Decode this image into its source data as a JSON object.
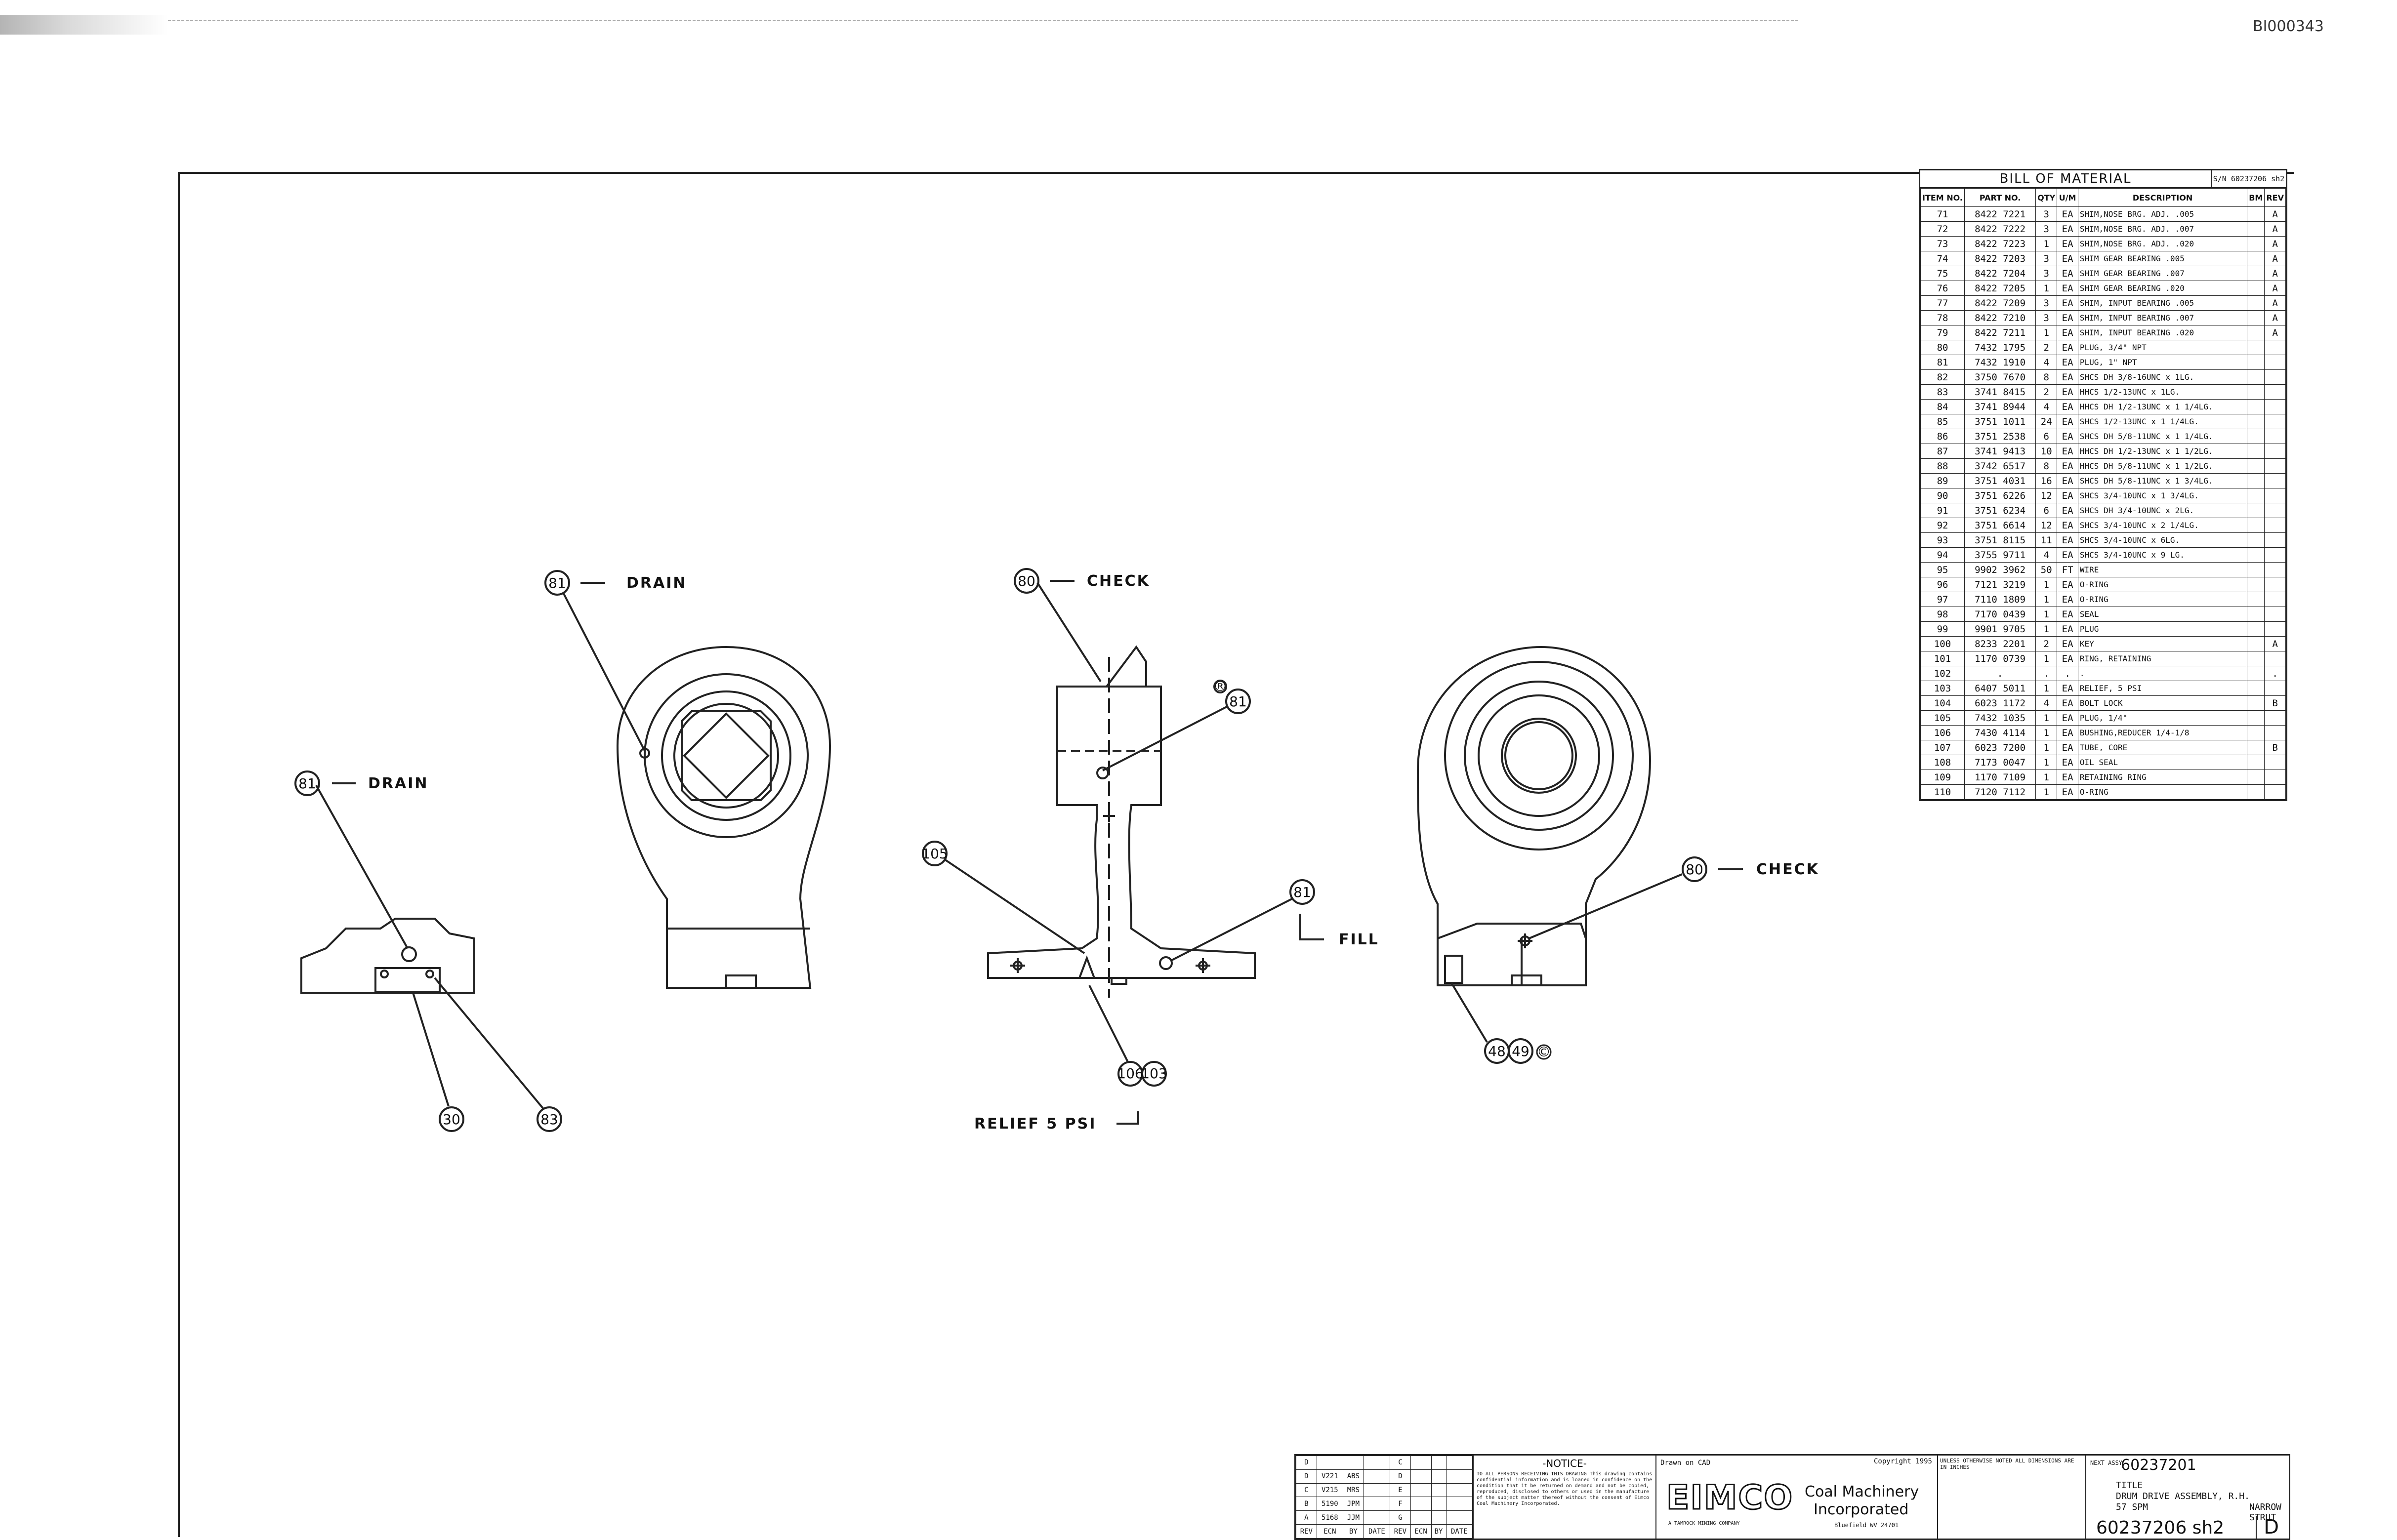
{
  "document_id": "BI000343",
  "callouts": {
    "drain_1": {
      "num": "81",
      "label": "DRAIN"
    },
    "drain_2": {
      "num": "81",
      "label": "DRAIN"
    },
    "check_1": {
      "num": "80",
      "label": "CHECK"
    },
    "check_2": {
      "num": "80",
      "label": "CHECK"
    },
    "fill": {
      "num": "81",
      "label": "FILL"
    },
    "relief": {
      "num1": "106",
      "num2": "103",
      "label": "RELIEF 5 PSI"
    },
    "b105": "105",
    "b30": "30",
    "b83": "83",
    "b81_mid": "81",
    "b48": "48",
    "b49": "49",
    "mark_c": "©",
    "mark_b": "®"
  },
  "bom": {
    "title": "BILL OF MATERIAL",
    "doc_no": "S/N 60237206_sh2",
    "headers": {
      "item": "ITEM NO.",
      "part": "PART NO.",
      "qty": "QTY",
      "um": "U/M",
      "desc": "DESCRIPTION",
      "bm": "BM",
      "rev": "REV"
    },
    "rows": [
      {
        "item": "71",
        "part": "8422 7221",
        "qty": "3",
        "um": "EA",
        "desc": "SHIM,NOSE BRG. ADJ. .005",
        "bm": "",
        "rev": "A"
      },
      {
        "item": "72",
        "part": "8422 7222",
        "qty": "3",
        "um": "EA",
        "desc": "SHIM,NOSE BRG. ADJ. .007",
        "bm": "",
        "rev": "A"
      },
      {
        "item": "73",
        "part": "8422 7223",
        "qty": "1",
        "um": "EA",
        "desc": "SHIM,NOSE BRG. ADJ. .020",
        "bm": "",
        "rev": "A"
      },
      {
        "item": "74",
        "part": "8422 7203",
        "qty": "3",
        "um": "EA",
        "desc": "SHIM GEAR BEARING .005",
        "bm": "",
        "rev": "A"
      },
      {
        "item": "75",
        "part": "8422 7204",
        "qty": "3",
        "um": "EA",
        "desc": "SHIM GEAR BEARING .007",
        "bm": "",
        "rev": "A"
      },
      {
        "item": "76",
        "part": "8422 7205",
        "qty": "1",
        "um": "EA",
        "desc": "SHIM GEAR BEARING .020",
        "bm": "",
        "rev": "A"
      },
      {
        "item": "77",
        "part": "8422 7209",
        "qty": "3",
        "um": "EA",
        "desc": "SHIM, INPUT BEARING .005",
        "bm": "",
        "rev": "A"
      },
      {
        "item": "78",
        "part": "8422 7210",
        "qty": "3",
        "um": "EA",
        "desc": "SHIM, INPUT BEARING .007",
        "bm": "",
        "rev": "A"
      },
      {
        "item": "79",
        "part": "8422 7211",
        "qty": "1",
        "um": "EA",
        "desc": "SHIM, INPUT BEARING .020",
        "bm": "",
        "rev": "A"
      },
      {
        "item": "80",
        "part": "7432 1795",
        "qty": "2",
        "um": "EA",
        "desc": "PLUG, 3/4\" NPT",
        "bm": "",
        "rev": ""
      },
      {
        "item": "81",
        "part": "7432 1910",
        "qty": "4",
        "um": "EA",
        "desc": "PLUG, 1\" NPT",
        "bm": "",
        "rev": ""
      },
      {
        "item": "82",
        "part": "3750 7670",
        "qty": "8",
        "um": "EA",
        "desc": "SHCS DH 3/8-16UNC x 1LG.",
        "bm": "",
        "rev": ""
      },
      {
        "item": "83",
        "part": "3741 8415",
        "qty": "2",
        "um": "EA",
        "desc": "HHCS 1/2-13UNC x 1LG.",
        "bm": "",
        "rev": ""
      },
      {
        "item": "84",
        "part": "3741 8944",
        "qty": "4",
        "um": "EA",
        "desc": "HHCS DH 1/2-13UNC x 1 1/4LG.",
        "bm": "",
        "rev": ""
      },
      {
        "item": "85",
        "part": "3751 1011",
        "qty": "24",
        "um": "EA",
        "desc": "SHCS 1/2-13UNC x 1 1/4LG.",
        "bm": "",
        "rev": ""
      },
      {
        "item": "86",
        "part": "3751 2538",
        "qty": "6",
        "um": "EA",
        "desc": "SHCS DH 5/8-11UNC x 1 1/4LG.",
        "bm": "",
        "rev": ""
      },
      {
        "item": "87",
        "part": "3741 9413",
        "qty": "10",
        "um": "EA",
        "desc": "HHCS DH 1/2-13UNC x 1 1/2LG.",
        "bm": "",
        "rev": ""
      },
      {
        "item": "88",
        "part": "3742 6517",
        "qty": "8",
        "um": "EA",
        "desc": "HHCS DH 5/8-11UNC x 1 1/2LG.",
        "bm": "",
        "rev": ""
      },
      {
        "item": "89",
        "part": "3751 4031",
        "qty": "16",
        "um": "EA",
        "desc": "SHCS DH 5/8-11UNC x 1 3/4LG.",
        "bm": "",
        "rev": ""
      },
      {
        "item": "90",
        "part": "3751 6226",
        "qty": "12",
        "um": "EA",
        "desc": "SHCS 3/4-10UNC x 1 3/4LG.",
        "bm": "",
        "rev": ""
      },
      {
        "item": "91",
        "part": "3751 6234",
        "qty": "6",
        "um": "EA",
        "desc": "SHCS DH 3/4-10UNC x 2LG.",
        "bm": "",
        "rev": ""
      },
      {
        "item": "92",
        "part": "3751 6614",
        "qty": "12",
        "um": "EA",
        "desc": "SHCS 3/4-10UNC x 2 1/4LG.",
        "bm": "",
        "rev": ""
      },
      {
        "item": "93",
        "part": "3751 8115",
        "qty": "11",
        "um": "EA",
        "desc": "SHCS 3/4-10UNC x 6LG.",
        "bm": "",
        "rev": ""
      },
      {
        "item": "94",
        "part": "3755 9711",
        "qty": "4",
        "um": "EA",
        "desc": "SHCS 3/4-10UNC x 9 LG.",
        "bm": "",
        "rev": ""
      },
      {
        "item": "95",
        "part": "9902 3962",
        "qty": "50",
        "um": "FT",
        "desc": "WIRE",
        "bm": "",
        "rev": ""
      },
      {
        "item": "96",
        "part": "7121 3219",
        "qty": "1",
        "um": "EA",
        "desc": "O-RING",
        "bm": "",
        "rev": ""
      },
      {
        "item": "97",
        "part": "7110 1809",
        "qty": "1",
        "um": "EA",
        "desc": "O-RING",
        "bm": "",
        "rev": ""
      },
      {
        "item": "98",
        "part": "7170 0439",
        "qty": "1",
        "um": "EA",
        "desc": "SEAL",
        "bm": "",
        "rev": ""
      },
      {
        "item": "99",
        "part": "9901 9705",
        "qty": "1",
        "um": "EA",
        "desc": "PLUG",
        "bm": "",
        "rev": ""
      },
      {
        "item": "100",
        "part": "8233 2201",
        "qty": "2",
        "um": "EA",
        "desc": "KEY",
        "bm": "",
        "rev": "A"
      },
      {
        "item": "101",
        "part": "1170 0739",
        "qty": "1",
        "um": "EA",
        "desc": "RING, RETAINING",
        "bm": "",
        "rev": ""
      },
      {
        "item": "102",
        "part": ".",
        "qty": ".",
        "um": ".",
        "desc": ".",
        "bm": "",
        "rev": "."
      },
      {
        "item": "103",
        "part": "6407 5011",
        "qty": "1",
        "um": "EA",
        "desc": "RELIEF, 5 PSI",
        "bm": "",
        "rev": ""
      },
      {
        "item": "104",
        "part": "6023 1172",
        "qty": "4",
        "um": "EA",
        "desc": "BOLT LOCK",
        "bm": "",
        "rev": "B"
      },
      {
        "item": "105",
        "part": "7432 1035",
        "qty": "1",
        "um": "EA",
        "desc": "PLUG, 1/4\"",
        "bm": "",
        "rev": ""
      },
      {
        "item": "106",
        "part": "7430 4114",
        "qty": "1",
        "um": "EA",
        "desc": "BUSHING,REDUCER 1/4-1/8",
        "bm": "",
        "rev": ""
      },
      {
        "item": "107",
        "part": "6023 7200",
        "qty": "1",
        "um": "EA",
        "desc": "TUBE, CORE",
        "bm": "",
        "rev": "B"
      },
      {
        "item": "108",
        "part": "7173 0047",
        "qty": "1",
        "um": "EA",
        "desc": "OIL SEAL",
        "bm": "",
        "rev": ""
      },
      {
        "item": "109",
        "part": "1170 7109",
        "qty": "1",
        "um": "EA",
        "desc": "RETAINING RING",
        "bm": "",
        "rev": ""
      },
      {
        "item": "110",
        "part": "7120 7112",
        "qty": "1",
        "um": "EA",
        "desc": "O-RING",
        "bm": "",
        "rev": ""
      }
    ]
  },
  "title_block": {
    "rev_rows": [
      {
        "mark": "D",
        "ecn": "",
        "by": "",
        "date": "",
        "mark2": "C"
      },
      {
        "mark": "D",
        "ecn": "V221",
        "by": "ABS",
        "date": "",
        "mark2": "D"
      },
      {
        "mark": "C",
        "ecn": "V215",
        "by": "MRS",
        "date": "",
        "mark2": "E"
      },
      {
        "mark": "B",
        "ecn": "5190",
        "by": "JPM",
        "date": "",
        "mark2": "F"
      },
      {
        "mark": "A",
        "ecn": "5168",
        "by": "JJM",
        "date": "",
        "mark2": "G"
      }
    ],
    "rev_header": {
      "rev": "REV",
      "ecn": "ECN",
      "by": "BY",
      "date": "DATE",
      "rev2": "REV",
      "ecn2": "ECN",
      "by2": "BY",
      "date2": "DATE"
    },
    "notice_title": "-NOTICE-",
    "notice_text": "TO ALL PERSONS RECEIVING THIS DRAWING This drawing contains confidential information and is loaned in confidence on the condition that it be returned on demand and not be copied, reproduced, disclosed to others or used in the manufacture of the subject matter thereof without the consent of Eimco Coal Machinery Incorporated.",
    "drawn_cad": "Drawn on CAD",
    "copyright": "Copyright 1995",
    "logo": "EIMCO",
    "logo_sub": "A TAMROCK MINING COMPANY",
    "company_1": "Coal Machinery",
    "company_2": "Incorporated",
    "company_loc": "Bluefield WV 24701",
    "approvals": "UNLESS OTHERWISE NOTED ALL DIMENSIONS ARE IN INCHES",
    "next_asm_label": "NEXT ASSY",
    "next_asm": "60237201",
    "title_1": "TITLE",
    "title_2": "DRUM DRIVE ASSEMBLY, R.H.",
    "title_3": "57 SPM",
    "title_4": "NARROW STRUT",
    "sheet_no": "60237206 sh2",
    "rev": "D"
  }
}
